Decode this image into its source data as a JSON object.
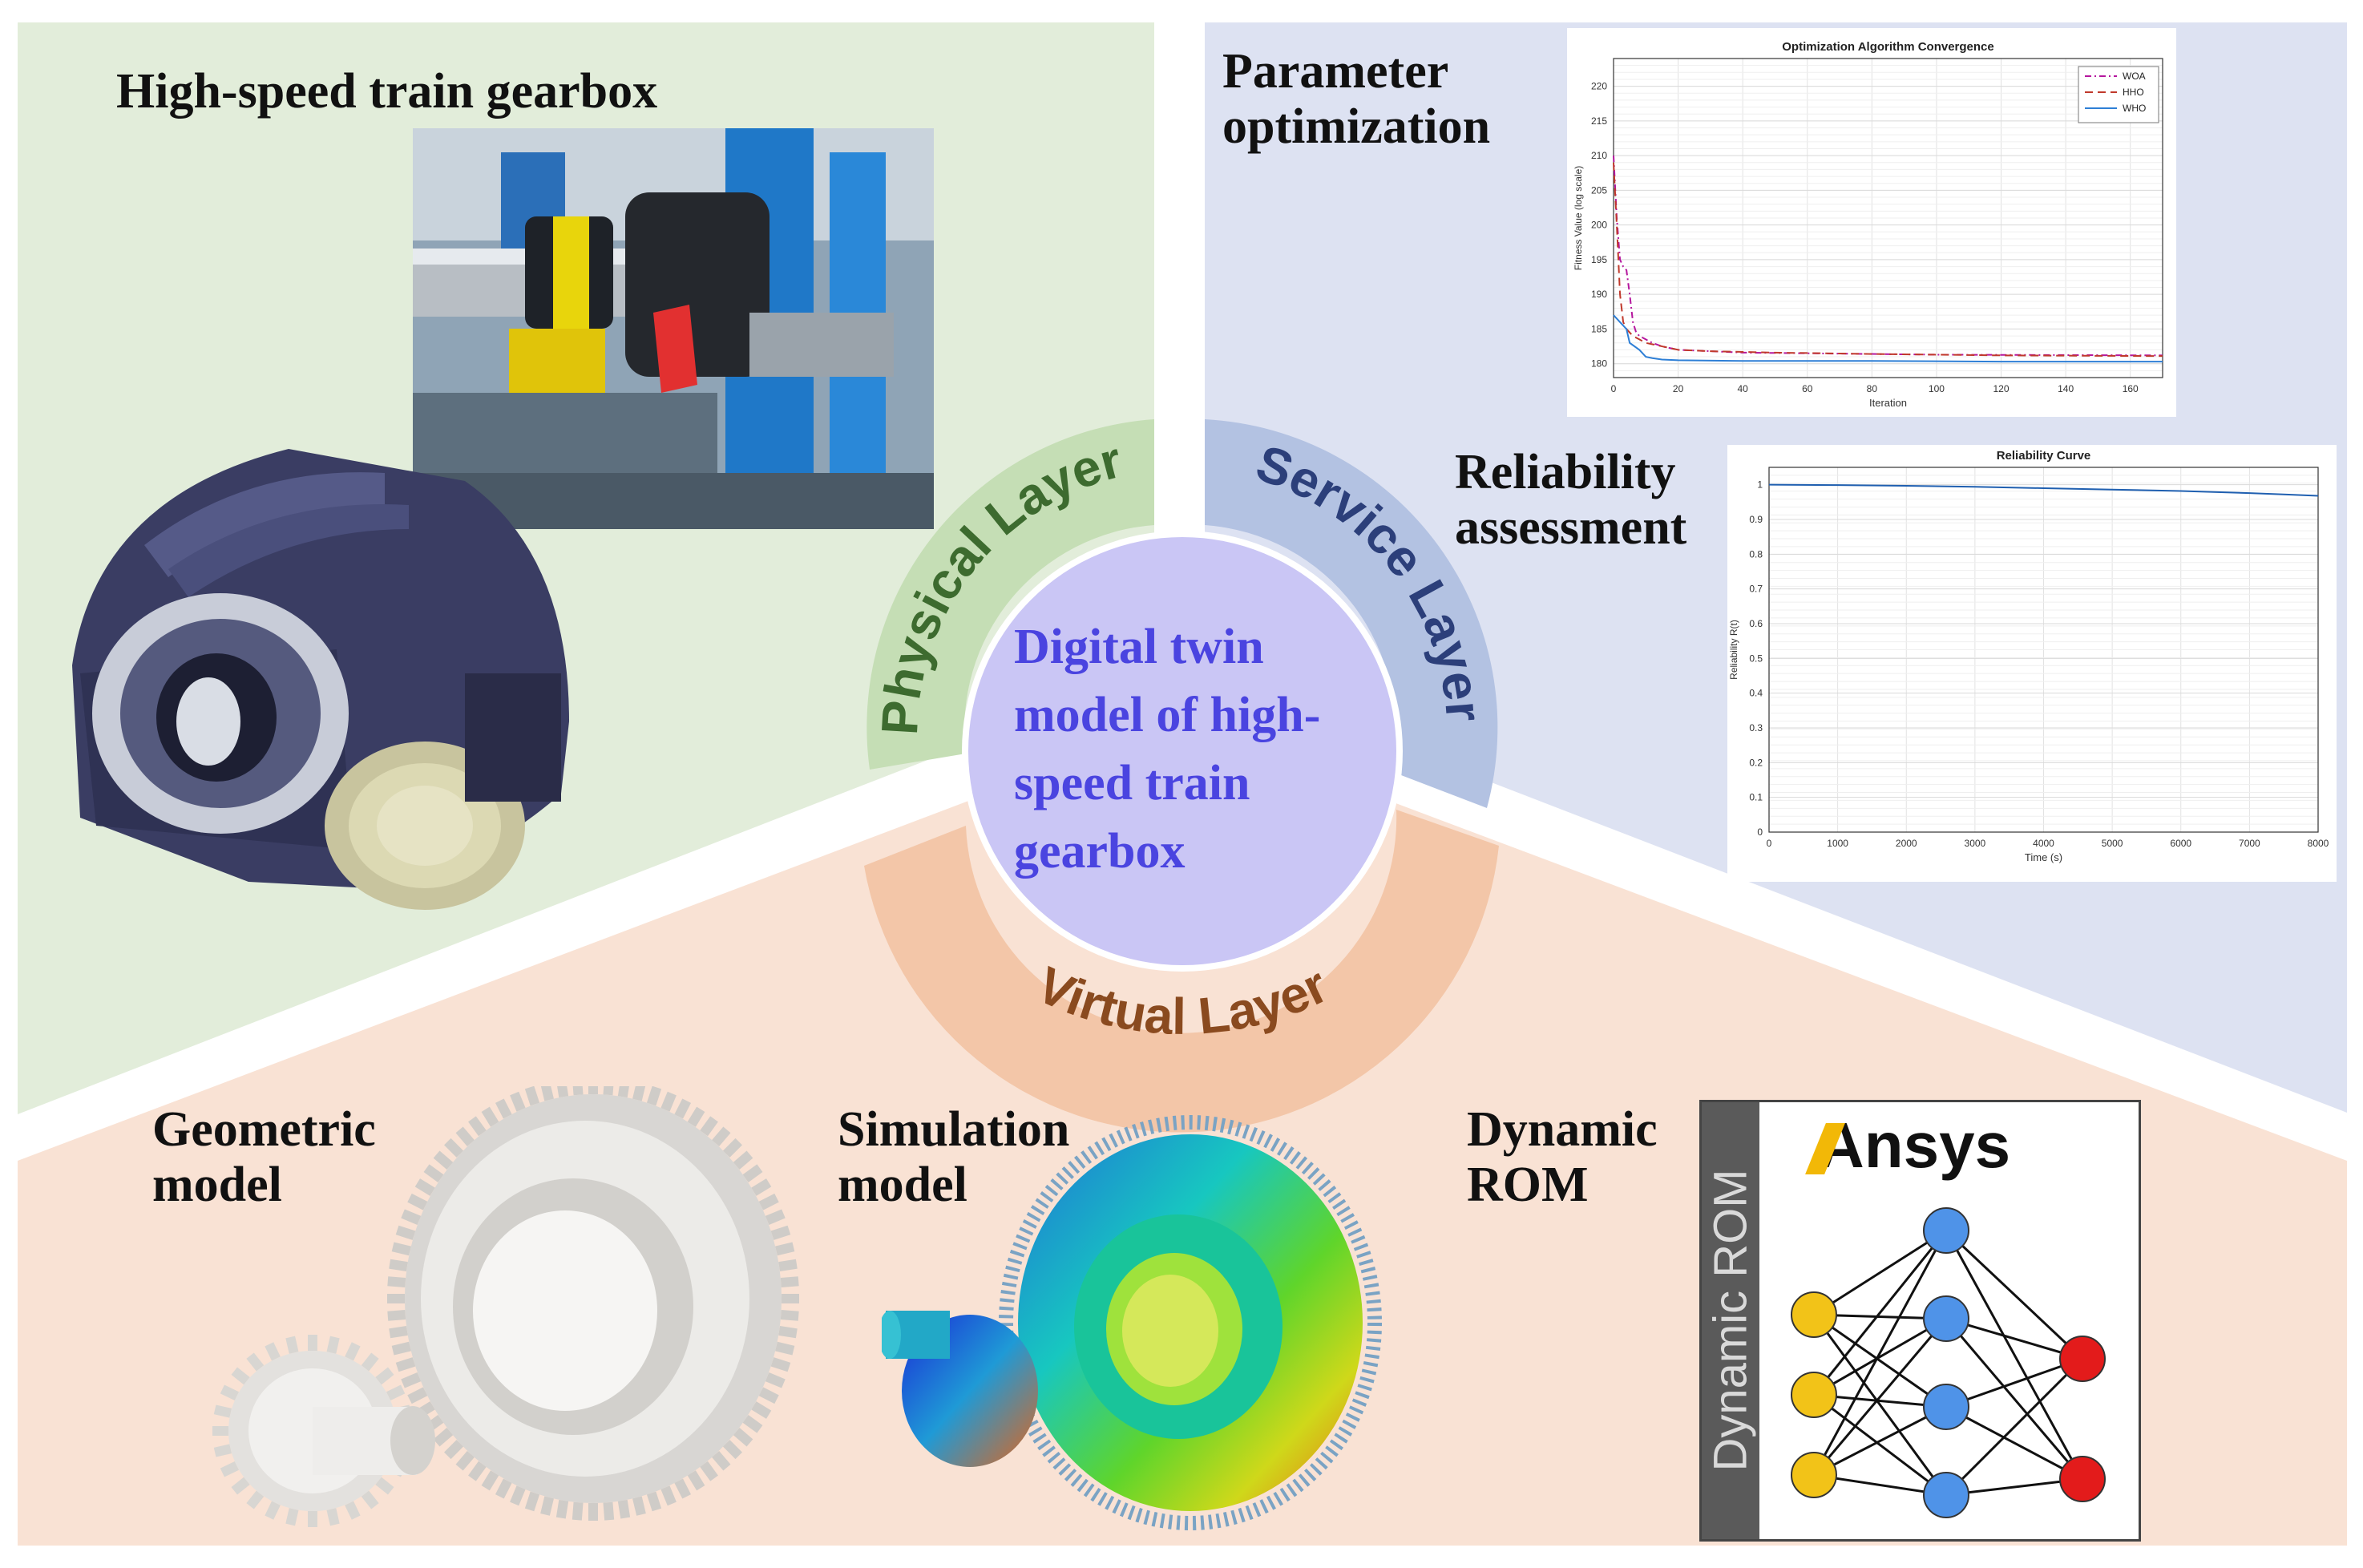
{
  "colors": {
    "physical_bg": "#e2edda",
    "service_bg": "#dde2f2",
    "virtual_bg": "#f9e2d4",
    "physical_ring": "#c5deb5",
    "service_ring": "#b3c2e2",
    "virtual_ring": "#f3c6a8",
    "center_fill": "#cac6f5",
    "center_text": "#4a44e0",
    "physical_ring_text": "#3d6b2f",
    "service_ring_text": "#2c3f7a",
    "virtual_ring_text": "#8a4a1f"
  },
  "center": {
    "lines": [
      "Digital twin",
      "model of high-",
      "speed train",
      "gearbox"
    ]
  },
  "rings": {
    "physical": "Physical Layer",
    "service": "Service Layer",
    "virtual": "Virtual Layer"
  },
  "physical": {
    "title": "High-speed train gearbox"
  },
  "service": {
    "param_opt": [
      "Parameter",
      "optimization"
    ],
    "reliability": [
      "Reliability",
      "assessment"
    ]
  },
  "virtual": {
    "geometric": [
      "Geometric",
      "model"
    ],
    "simulation": [
      "Simulation",
      "model"
    ],
    "dynamic": [
      "Dynamic",
      "ROM"
    ]
  },
  "rom_panel": {
    "side_label": "Dynamic ROM",
    "brand": "Ansys",
    "input_color": "#f2c318",
    "hidden_color": "#4f93e8",
    "output_color": "#e31b1b"
  },
  "chart_data": [
    {
      "type": "line",
      "title": "Optimization Algorithm Convergence",
      "xlabel": "Iteration",
      "ylabel": "Fitness Value (log scale)",
      "xlim": [
        0,
        170
      ],
      "ylim": [
        178,
        224
      ],
      "xticks": [
        0,
        20,
        40,
        60,
        80,
        100,
        120,
        140,
        160
      ],
      "yticks": [
        180,
        185,
        190,
        195,
        200,
        205,
        210,
        215,
        220
      ],
      "grid": true,
      "legend_position": "top-right",
      "series": [
        {
          "name": "WOA",
          "color": "#b5179e",
          "dash": "8,4,2,4",
          "x": [
            0,
            1,
            2,
            3,
            4,
            5,
            6,
            7,
            8,
            10,
            12,
            15,
            20,
            30,
            40,
            60,
            100,
            170
          ],
          "y": [
            210,
            201,
            195,
            194,
            193.5,
            190,
            186,
            184.5,
            184,
            183.5,
            183,
            182.5,
            182,
            181.8,
            181.6,
            181.5,
            181.3,
            181.2
          ]
        },
        {
          "name": "HHO",
          "color": "#c0392b",
          "dash": "10,6",
          "x": [
            0,
            1,
            2,
            3,
            4,
            6,
            8,
            10,
            15,
            20,
            30,
            50,
            80,
            120,
            170
          ],
          "y": [
            209,
            200,
            190,
            186,
            185,
            184,
            183.5,
            183,
            182.5,
            182,
            181.8,
            181.6,
            181.4,
            181.2,
            181.1
          ]
        },
        {
          "name": "WHO",
          "color": "#2e7fd6",
          "dash": "",
          "x": [
            0,
            1,
            2,
            4,
            5,
            8,
            10,
            12,
            15,
            20,
            40,
            80,
            120,
            170
          ],
          "y": [
            187,
            186.5,
            186,
            185,
            183,
            182,
            181,
            180.8,
            180.6,
            180.5,
            180.4,
            180.4,
            180.3,
            180.3
          ]
        }
      ]
    },
    {
      "type": "line",
      "title": "Reliability Curve",
      "xlabel": "Time (s)",
      "ylabel": "Reliability R(t)",
      "xlim": [
        0,
        8000
      ],
      "ylim": [
        0,
        1.05
      ],
      "xticks": [
        0,
        1000,
        2000,
        3000,
        4000,
        5000,
        6000,
        7000,
        8000
      ],
      "yticks": [
        0,
        0.1,
        0.2,
        0.3,
        0.4,
        0.5,
        0.6,
        0.7,
        0.8,
        0.9,
        1
      ],
      "grid": true,
      "series": [
        {
          "color": "#1f5fb0",
          "x": [
            0,
            1000,
            2000,
            3000,
            4000,
            5000,
            6000,
            7000,
            7500,
            8000
          ],
          "y": [
            1.0,
            0.999,
            0.997,
            0.994,
            0.99,
            0.986,
            0.982,
            0.976,
            0.972,
            0.968
          ]
        }
      ]
    }
  ]
}
